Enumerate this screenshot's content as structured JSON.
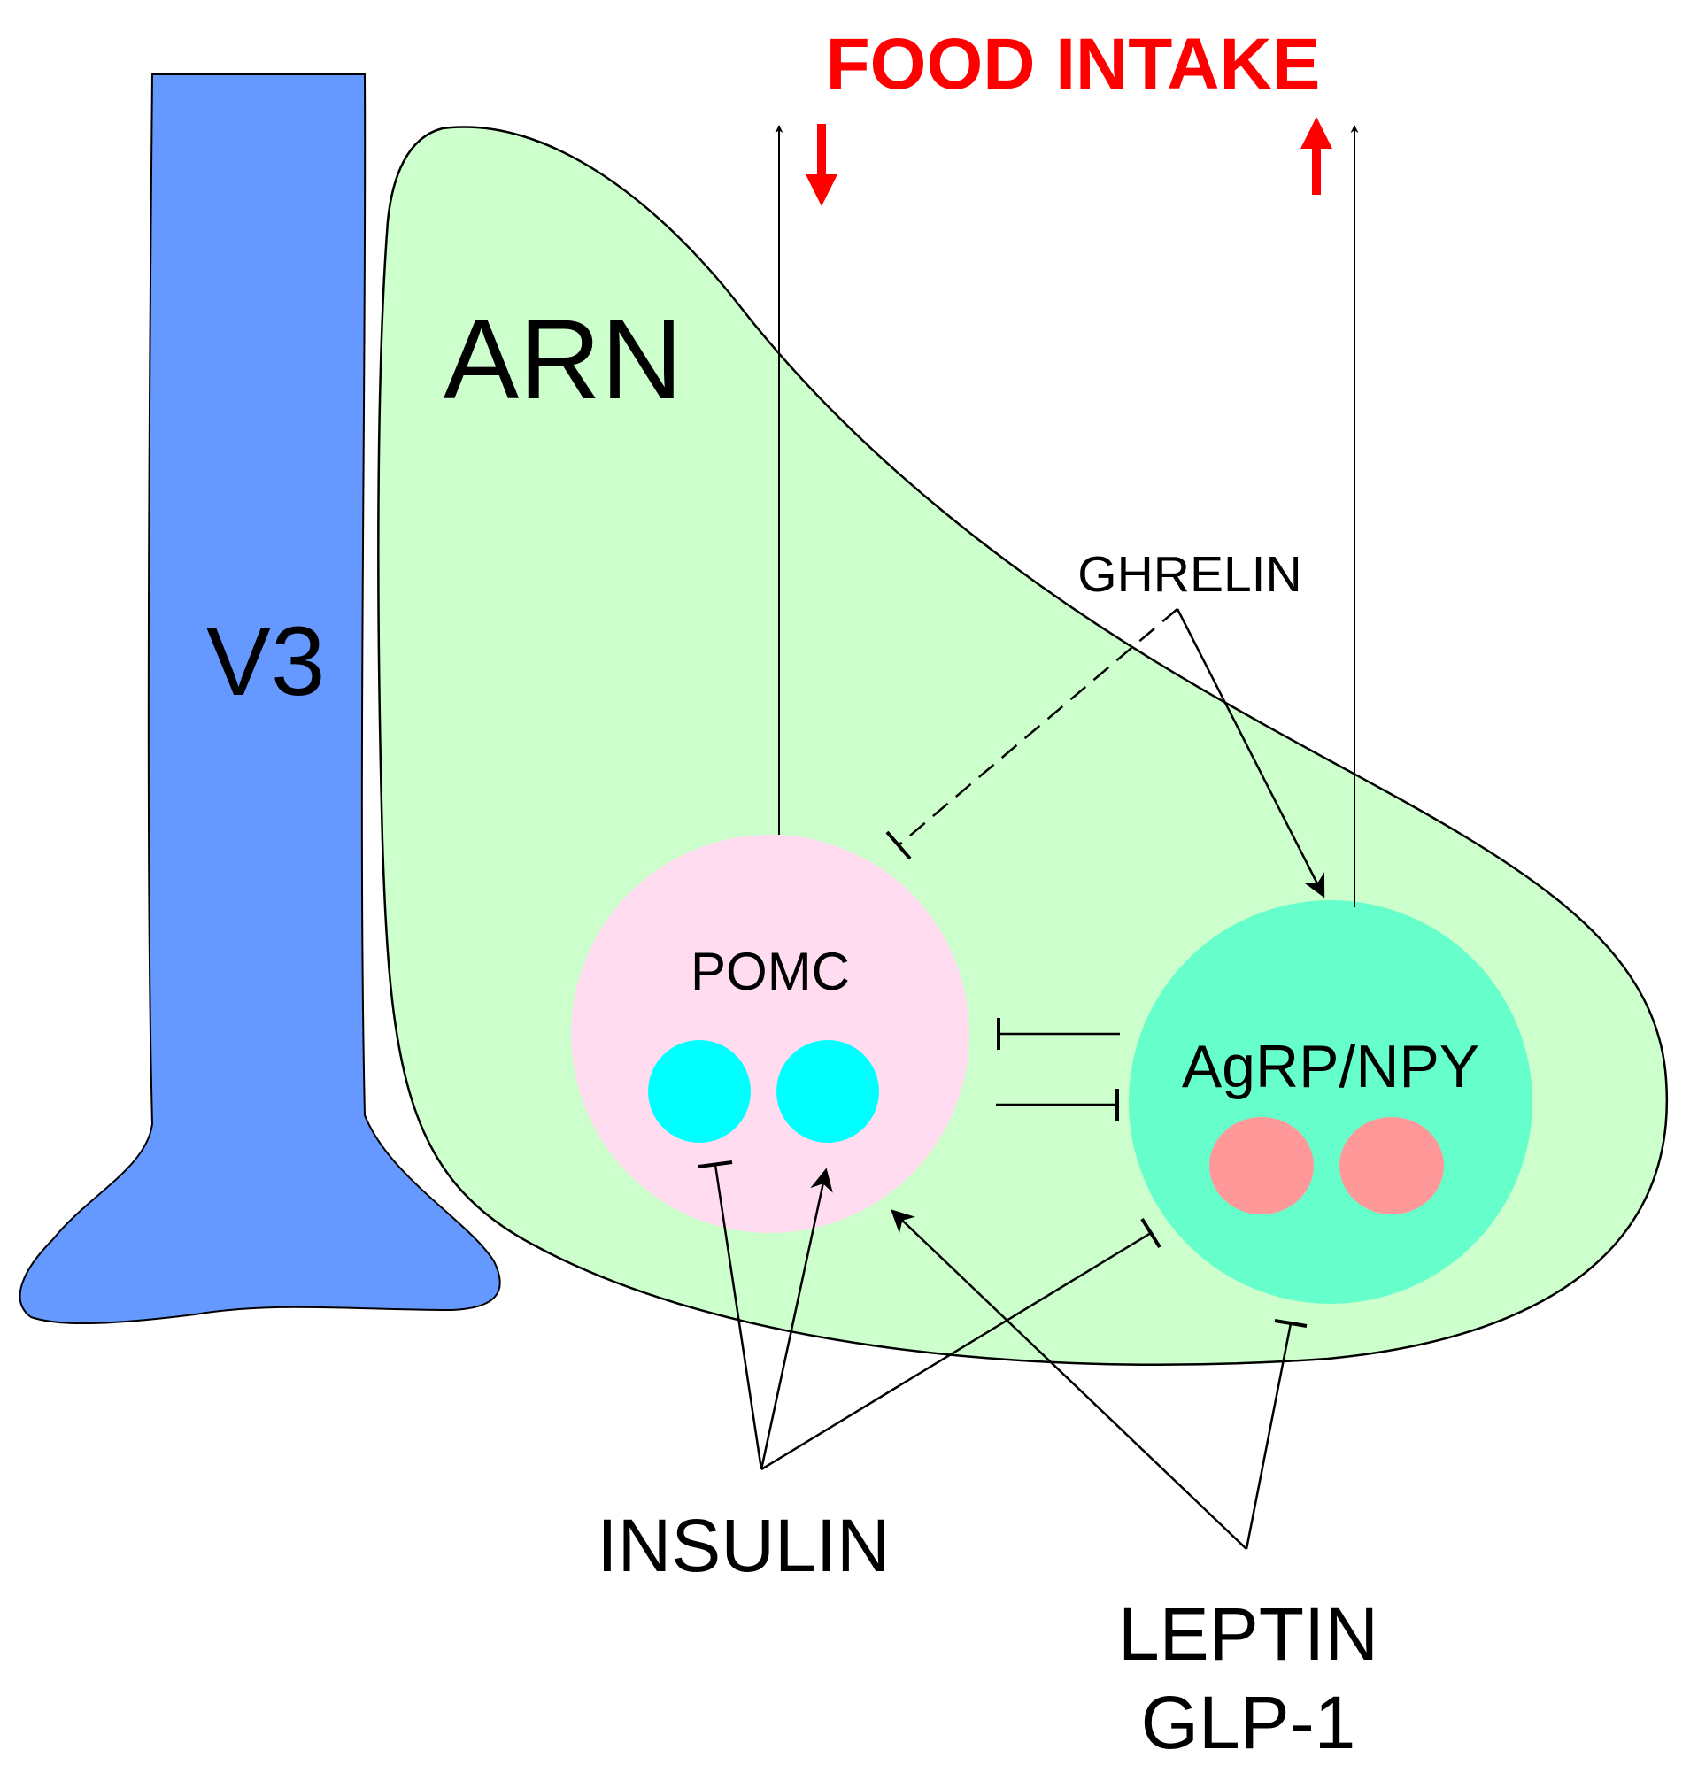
{
  "labels": {
    "food_intake": "FOOD INTAKE",
    "arn": "ARN",
    "v3": "V3",
    "ghrelin": "GHRELIN",
    "pomc": "POMC",
    "agrp_npy": "AgRP/NPY",
    "insulin": "INSULIN",
    "leptin": "LEPTIN",
    "glp1": "GLP-1"
  },
  "colors": {
    "v3_fill": "#6699ff",
    "arn_fill": "#ccffcc",
    "pomc_fill": "#ffdcef",
    "agrp_fill": "#66ffcc",
    "pomc_nuclei": "#00ffff",
    "agrp_nuclei": "#ff9999",
    "food_intake_text": "#ff0000",
    "line": "#000000"
  },
  "food_intake_effects": {
    "pomc": "decrease",
    "agrp_npy": "increase"
  }
}
